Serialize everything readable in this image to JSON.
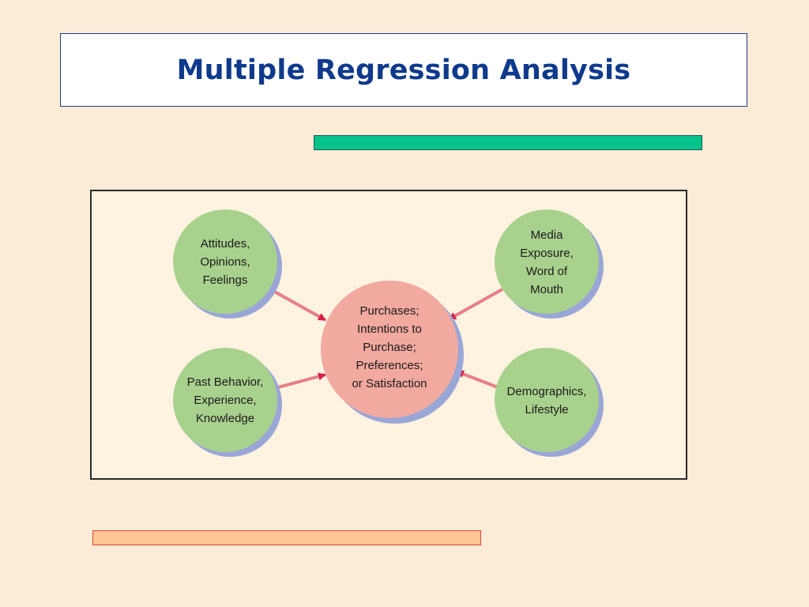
{
  "slide": {
    "title": "Multiple Regression Analysis"
  },
  "diagram": {
    "nodes": {
      "attitudes": "Attitudes,\nOpinions,\nFeelings",
      "past_behavior": "Past Behavior,\nExperience,\nKnowledge",
      "media": "Media\nExposure,\nWord of\nMouth",
      "demographics": "Demographics,\nLifestyle",
      "center": "Purchases;\nIntentions to\nPurchase;\nPreferences;\nor Satisfaction"
    },
    "colors": {
      "predictor_fill": "#a9d18e",
      "outcome_fill": "#f2a99f",
      "shadow": "#9aa6d6",
      "arrow": "#e06a7a"
    }
  }
}
